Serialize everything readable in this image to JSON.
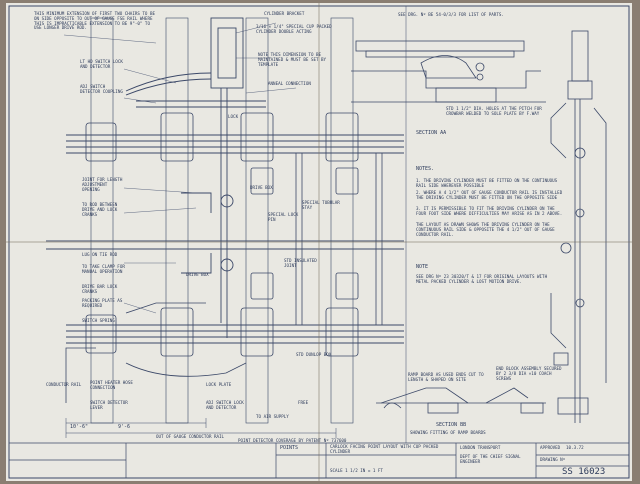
{
  "notes_top": {
    "extension_note": "THIS MINIMUM EXTENSION OF FIRST TWO CHAIRS TO BE ON SIDE OPPOSITE TO OUT OF GAUGE FSE RAIL WHERE THIS IS IMPRACTICABLE EXTENSION TO BE 9\"-0\" TO USE LONGER DRIVE ROD.",
    "cylinder_bracket": "CYLINDER BRACKET",
    "parts_list_ref": "SEE DRG. Nº BE 54-0/3/3 FOR LIST OF PARTS.",
    "cup_packed": "3/16 × 1/4\" SPECIAL CUP PACKED CYLINDER DOUBLE ACTING",
    "note_dimension": "NOTE THIS DIMENSION TO BE MAINTAINED & MUST BE SET BY TEMPLATE",
    "air_connection": "ANNEAL CONNECTION"
  },
  "labels_left": {
    "detector": "LT HD SWITCH LOCK AND DETECTOR",
    "coupling": "ADJ SWITCH DETECTOR COUPLING",
    "joint": "JOINT FOR LENGTH ADJUSTMENT OPENING",
    "rod": "TO ROD BETWEEN DRIVE AND LOCK CRANKS",
    "lug": "LUG ON TIE ROD",
    "clamp": "TO TAKE CLAMP FOR MANUAL OPERATION",
    "bar_locking": "DRIVE BAR LOCK CRANKS",
    "packing": "PACKING PLATE AS REQUIRED",
    "switch_spring": "SWITCH SPRING",
    "conductor": "CONDUCTOR RAIL",
    "heater": "POINT HEATER HOSE CONNECTION",
    "switch_detector": "SWITCH DETECTOR LEVER"
  },
  "labels_mid": {
    "drive_box": "DRIVE BOX",
    "special_lock": "SPECIAL LOCK PIN",
    "special_rail": "SPECIAL TUBULAR STAY",
    "std_insulated": "STD INSULATED JOINT",
    "drive_box2": "DRIVE BOX",
    "lock": "LOCK",
    "lock_plate": "LOCK PLATE",
    "adj_switch": "ADJ SWITCH LOCK AND DETECTOR",
    "std_dunlop": "STD DUNLOP BOX",
    "air_supply": "TO AIR SUPPLY",
    "free": "FREE"
  },
  "dimensions": {
    "d1": "9'-6",
    "d2": "10'-6\"",
    "gauge_note": "OUT OF GAUGE CONDUCTOR RAIL",
    "coverage": "POINT DETECTOR COVERAGE BY PATENT Nº 737600"
  },
  "section_aa": {
    "title": "SECTION AA",
    "bolt_note": "STD 1 1/2\" DIA. HOLES AT THE PITCH FOR CROWBAR WELDED TO SOLE PLATE BY F.WAY"
  },
  "notes_section": {
    "heading": "NOTES.",
    "note1": "1. THE DRIVING CYLINDER MUST BE FITTED ON THE CONTINUOUS RAIL SIDE WHEREVER POSSIBLE",
    "note2": "2. WHERE A 4 1/2\" OUT OF GAUGE CONDUCTOR RAIL IS INSTALLED THE DRIVING CYLINDER MUST BE FITTED ON THE OPPOSITE SIDE",
    "note3": "3. IT IS PERMISSIBLE TO FIT THE DRIVING CYLINDER ON THE FOUR FOOT SIDE WHERE DIFFICULTIES MAY ARISE AS IN 2 ABOVE.",
    "note4": "THE LAYOUT AS DRAWN SHOWS THE DRIVING CYLINDER ON THE CONTINUOUS RAIL SIDE & OPPOSITE THE 4 1/2\" OUT OF GAUGE CONDUCTOR RAIL."
  },
  "notes_lower": {
    "heading": "NOTE",
    "text": "SEE DRG Nº 23 30320/T & 17 FOR ORIGINAL LAYOUTS WITH METAL PACKED CYLINDER & LOST MOTION DRIVE."
  },
  "ramp": {
    "boards": "RAMP BOARD AS USED ENDS CUT TO LENGTH & SHAPED ON SITE",
    "end_block": "END BLOCK ASSEMBLY SECURED BY 2 3/8 DIA ×10 COACH SCREWS",
    "section_title": "SECTION BB",
    "caption": "SHOWING FITTING OF RAMP BOARDS"
  },
  "title_block": {
    "points": "POINTS",
    "layout": "CARLOCK FACING POINT LAYOUT WITH CUP PACKED CYLINDER",
    "scale": "SCALE 1 1/2 IN = 1 FT",
    "company": "LONDON TRANSPORT",
    "dept": "DEPT OF THE CHIEF SIGNAL ENGINEER",
    "drawing_label": "DRAWING Nº",
    "drawing_no": "SS 16023",
    "date": "10.3.72",
    "status": "APPROVED"
  }
}
